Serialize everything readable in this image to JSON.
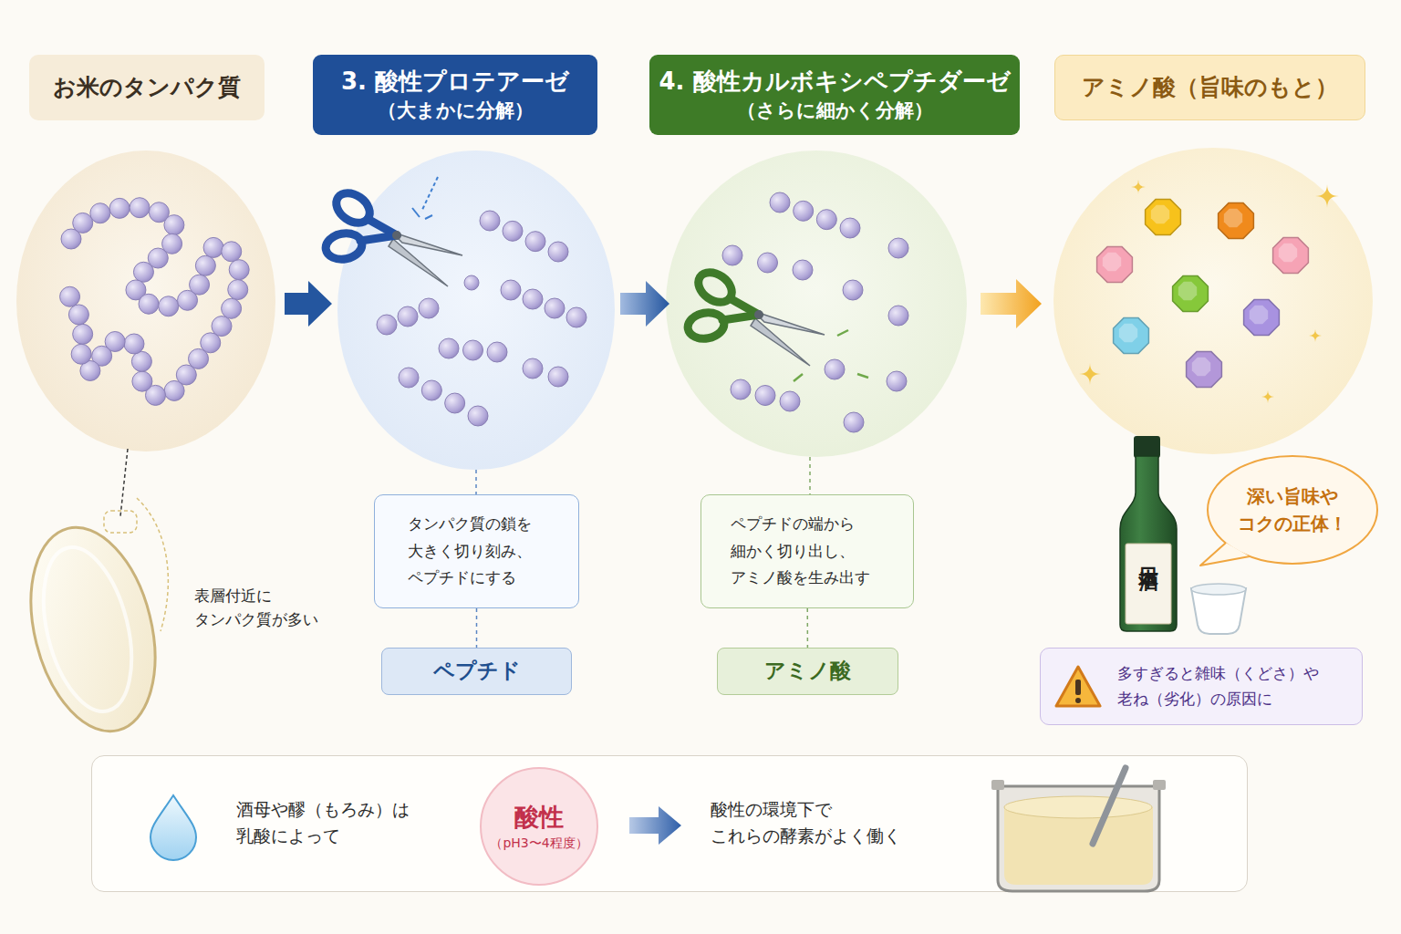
{
  "diagram": {
    "nodes": [
      {
        "text": [
          "お米のタンパク質"
        ]
      },
      {
        "text": [
          "3. 酸性プロテアーゼ",
          "（大まかに分解）"
        ]
      },
      {
        "text": [
          "4. 酸性カルボキシペプチダーゼ",
          "（さらに細かく分解）"
        ]
      },
      {
        "text": [
          "アミノ酸（旨味のもと）"
        ]
      },
      {
        "text": [
          "タンパク質の鎖を 大きく切り刻み、 ペプチドにする"
        ]
      },
      {
        "text": [
          "ペプチド"
        ]
      },
      {
        "text": [
          "ペプチドの端から 細かく切り出し、 アミノ酸を生み出す"
        ]
      },
      {
        "text": [
          "アミノ酸"
        ]
      },
      {
        "text": [
          "深い旨味や コクの正体！"
        ]
      },
      {
        "text": [
          "多すぎると雑味（くどさ）や 老ね（劣化）の原因に"
        ]
      },
      {
        "text": [
          "酒母や醪（もろみ）は 乳酸によって",
          "酸性の環境下で これらの酵素がよく働く"
        ]
      },
      {
        "text": [
          "酸性",
          "（pH3〜4程度）"
        ],
        "in": 10
      }
    ],
    "edges": [
      {
        "from": 4,
        "to": 5,
        "arrow": "none"
      },
      {
        "from": 6,
        "to": 7,
        "arrow": "none"
      }
    ],
    "labels": [
      "表層付近に タンパク質が多い",
      "日本酒"
    ]
  }
}
